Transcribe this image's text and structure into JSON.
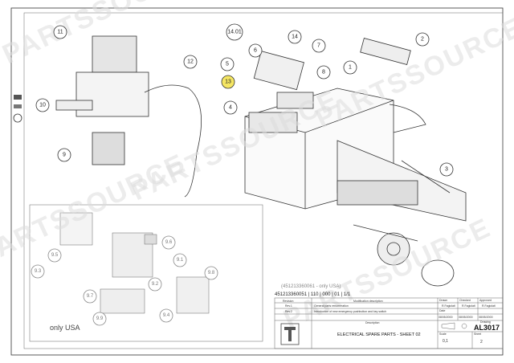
{
  "watermark": "PARTSSOURCE",
  "callouts": [
    "1",
    "2",
    "3",
    "4",
    "5",
    "6",
    "7",
    "8",
    "9",
    "10",
    "11",
    "12",
    "13",
    "14",
    "14.01"
  ],
  "sub_callouts": [
    "9.1",
    "9.2",
    "9.3",
    "9.4",
    "9.5",
    "9.6",
    "9.7",
    "9.8",
    "9.9"
  ],
  "highlight_color": "#f5e663",
  "inset_note": "only USA",
  "title_block": {
    "alt_code": "(451213360061 - only USA)",
    "part_code": "451213360051  |  110  |  000  |  01  |  1/1",
    "rev_header": "Revision",
    "desc_header": "Modification description",
    "revisions": [
      {
        "rev": "Rev.1",
        "desc": "General parts renumeration"
      },
      {
        "rev": "Rev.2",
        "desc": "Introduction of new emergency pushbutton and key switch"
      }
    ],
    "drawn_label": "Drawn",
    "checked_label": "Checked",
    "approved_label": "Approved",
    "drawn": "R.Fagiolati",
    "checked": "R.Fagiolati",
    "approved": "R.Fagiolati",
    "date_label": "Date",
    "dates": [
      "08/05/2000",
      "08/05/2000",
      "08/05/2000"
    ],
    "description_label": "Description",
    "title": "ELECTRICAL SPARE PARTS - SHEET 02",
    "drawing_label": "Drawing",
    "drawing_no": "AL3017",
    "scale_label": "Scale",
    "scale": "0,1",
    "sheet_label": "Sheet",
    "sheet": "2"
  }
}
